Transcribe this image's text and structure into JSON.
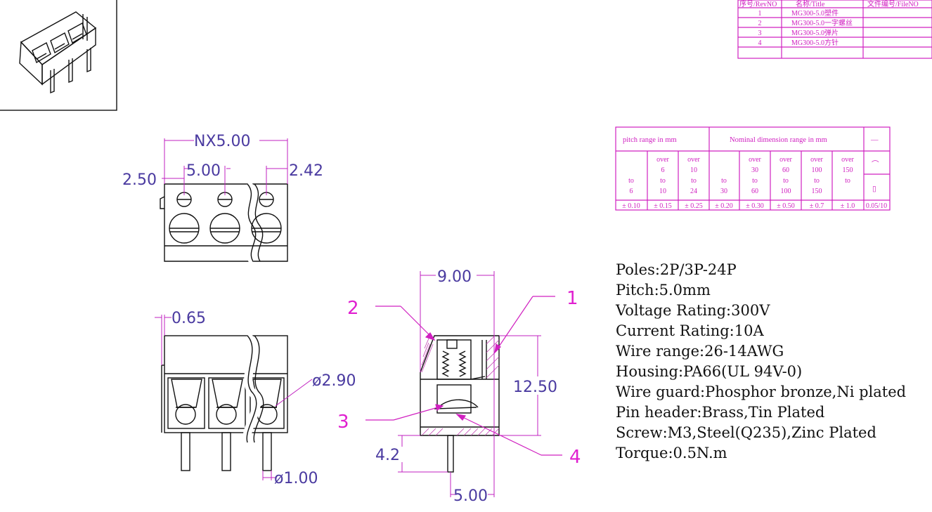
{
  "title_block": {
    "headers": [
      "序号/RevNO",
      "名称/Title",
      "文件编号/FileNO"
    ],
    "rows": [
      [
        "1",
        "MG300-5.0塑件",
        ""
      ],
      [
        "2",
        "MG300-5.0一字螺丝",
        ""
      ],
      [
        "3",
        "MG300-5.0弹片",
        ""
      ],
      [
        "4",
        "MG300-5.0方针",
        ""
      ]
    ]
  },
  "tolerance_table": {
    "pitch_header": "pitch range in mm",
    "nominal_header": "Nominal dimension range in mm",
    "flat_symbol": "—",
    "arc_symbol": "⌒",
    "box_symbol": "▯",
    "pitch_ranges": [
      [
        "",
        "",
        "to",
        "6"
      ],
      [
        "over",
        "6",
        "to",
        "10"
      ],
      [
        "over",
        "10",
        "to",
        "24"
      ]
    ],
    "nominal_ranges": [
      [
        "",
        "",
        "to",
        "30"
      ],
      [
        "over",
        "30",
        "to",
        "60"
      ],
      [
        "over",
        "60",
        "to",
        "100"
      ],
      [
        "over",
        "100",
        "to",
        "150"
      ],
      [
        "over",
        "150",
        "to",
        ""
      ]
    ],
    "tolerances": [
      "± 0.10",
      "± 0.15",
      "± 0.25",
      "± 0.20",
      "± 0.30",
      "± 0.50",
      "± 0.7",
      "± 1.0",
      "0.05/10"
    ]
  },
  "dimensions": {
    "overall_pitch": "NX5.00",
    "left_offset": "2.50",
    "pitch": "5.00",
    "right_offset": "2.42",
    "wall": "0.65",
    "hole_dia": "ø2.90",
    "pin_dia": "ø1.00",
    "width": "9.00",
    "height": "12.50",
    "pin_offset": "4.2",
    "pin_pitch": "5.00"
  },
  "callouts": [
    "1",
    "2",
    "3",
    "4"
  ],
  "specs": [
    "Poles:2P/3P-24P",
    "Pitch:5.0mm",
    "Voltage Rating:300V",
    "Current Rating:10A",
    "Wire range:26-14AWG",
    "Housing:PA66(UL 94V-0)",
    "Wire guard:Phosphor bronze,Ni plated",
    "Pin header:Brass,Tin Plated",
    "Screw:M3,Steel(Q235),Zinc Plated",
    "Torque:0.5N.m"
  ]
}
